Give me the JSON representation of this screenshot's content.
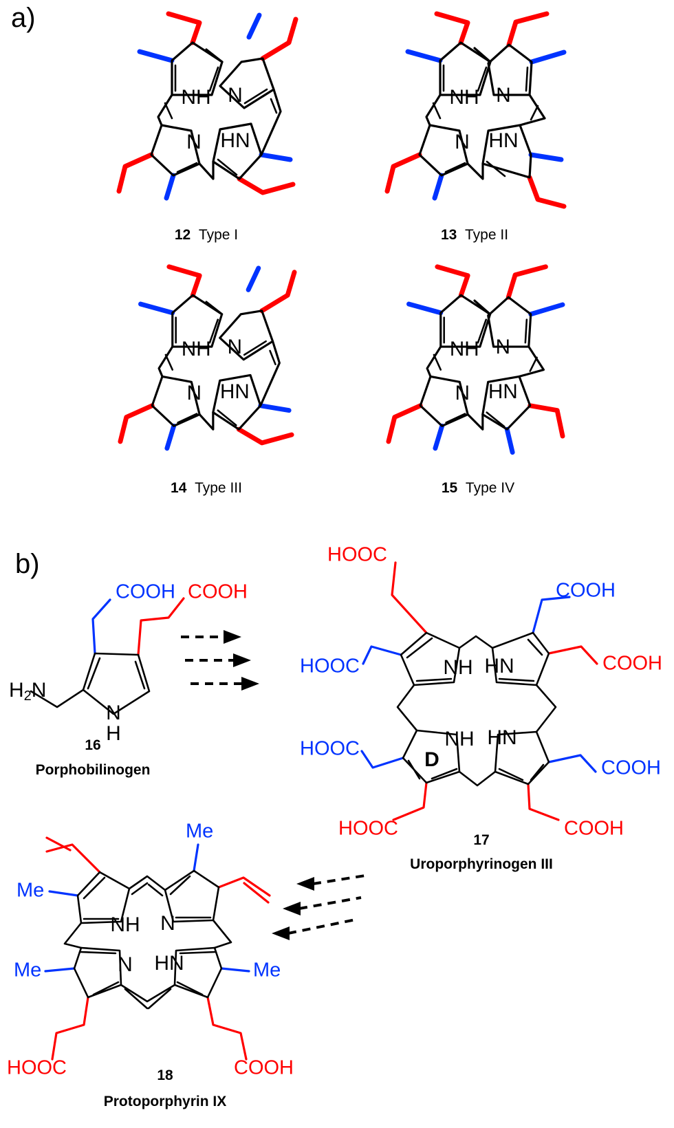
{
  "figure": {
    "panels": [
      {
        "id": "a",
        "label": "a)"
      },
      {
        "id": "b",
        "label": "b)"
      }
    ]
  },
  "panel_a": {
    "label": "a)",
    "description": "Four porphyrin isomer type structures with acetate (red) and propionate-style (blue) substituents",
    "structures": [
      {
        "number": "12",
        "name": "Type I",
        "caption": "12  Type I"
      },
      {
        "number": "13",
        "name": "Type II",
        "caption": "13  Type II"
      },
      {
        "number": "14",
        "name": "Type III",
        "caption": "14  Type III"
      },
      {
        "number": "15",
        "name": "Type IV",
        "caption": "15  Type IV"
      }
    ]
  },
  "panel_b": {
    "label": "b)",
    "structures": [
      {
        "number": "16",
        "name": "Porphobilinogen"
      },
      {
        "number": "17",
        "name": "Uroporphyrinogen III"
      },
      {
        "number": "18",
        "name": "Protoporphyrin IX"
      }
    ],
    "ring_marker": "D"
  },
  "atoms": {
    "nh": "NH",
    "hn": "HN",
    "n": "N",
    "n_lower": "N",
    "h": "H",
    "h2n": "H",
    "h2n_sub": "2",
    "h2n_n": "N"
  },
  "substituents": {
    "cooh": "COOH",
    "hooc": "HOOC",
    "me": "Me"
  },
  "colors": {
    "acetate_red": "#ff0000",
    "propionate_blue": "#0033ff",
    "bond_black": "#000000",
    "marker_red": "#ff0000",
    "background": "#ffffff"
  },
  "structure_16": {
    "number": "16",
    "name": "Porphobilinogen",
    "labels": {
      "blue_cooh": "COOH",
      "red_cooh": "COOH",
      "amine": "H2N",
      "ring_nh": "N",
      "ring_h": "H"
    }
  },
  "structure_17": {
    "number": "17",
    "name": "Uroporphyrinogen III",
    "ring_d_marker": "D",
    "labels": [
      "HOOC",
      "COOH",
      "HOOC",
      "COOH",
      "HOOC",
      "COOH",
      "HOOC",
      "COOH"
    ],
    "ring_n_labels": [
      "NH",
      "HN",
      "NH",
      "HN"
    ]
  },
  "structure_18": {
    "number": "18",
    "name": "Protoporphyrin IX",
    "labels": {
      "me_top_left": "Me",
      "me_top_right": "Me",
      "me_bottom_left": "Me",
      "me_bottom_right": "Me",
      "hooc": "HOOC",
      "cooh": "COOH"
    },
    "ring_n_labels": [
      "NH",
      "N",
      "N",
      "HN"
    ]
  },
  "arrows": {
    "forward_count": 3,
    "backward_count": 3,
    "style": "dashed"
  }
}
